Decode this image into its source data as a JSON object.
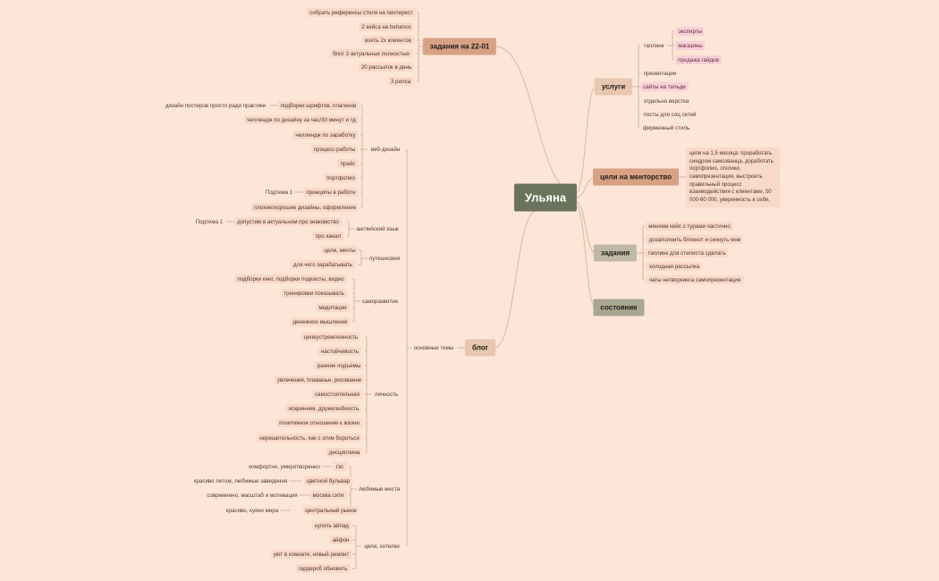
{
  "colors": {
    "background": "#fde6d8",
    "root": "#6b735c",
    "branch_line": "#e0bfa8",
    "sub_line": "#c9a996",
    "highlight_pink": "#f8d0d7",
    "leaf_bg": "#f9d9c8"
  },
  "root": "Ульяна",
  "branches": {
    "zadaniya_22": {
      "title": "задания на 22-01",
      "items": [
        "собрать референсы стиля на пинтерест",
        "2 кейса на behance",
        "взять 2х клиентов",
        "блог 3 актуальных полностью",
        "20 рассылок в день",
        "3 рилса"
      ]
    },
    "uslugi": {
      "title": "услуги",
      "taplink": "таплинк",
      "taplink_items": [
        "эксперты",
        "магазины",
        "продажа гайдов"
      ],
      "items": [
        "презентации",
        "сайты на тильде",
        "отдельно верстка",
        "посты для соц сетей",
        "фирменный стиль"
      ]
    },
    "mentorstvo": {
      "title": "цели на менторство",
      "note": "цели на 1,5 месяца: проработать синдром самозванца, доработать портфолио, отклики, самопрезентация, выстроить правильный процесс взаимодействия с клиентами, 50 000-60 000, уверенность в себе,"
    },
    "zadaniya": {
      "title": "задания",
      "items": [
        "меняем кейс с турами частично",
        "дозаполнить блокнот и скинуть мне",
        "таплинк для стилиста сделать",
        "холодная рассылка",
        "чаты нетворкинга самопрезентация"
      ]
    },
    "sostoyanie": {
      "title": "состояние"
    },
    "blog": {
      "title": "блог",
      "osnovnye": "основные темы",
      "webdesign": {
        "title": "веб-дизайн",
        "items": [
          "подборки шрифтов, плагинов",
          "челлендж по дизайну за час/30 минут и тд",
          "челлендж по заработку",
          "процесс-работы",
          "прайс",
          "портфолио",
          "принципы в работе",
          "плохие/хорошие дизайны, оформление"
        ],
        "fonts_sub": "дизайн постеров просто ради практики",
        "principles_sub": "Подтема 1"
      },
      "english": {
        "title": "английский язык",
        "items": [
          "допустим в актуальном про знакомство",
          "про канал"
        ],
        "sub": "Подтема 1"
      },
      "travel": {
        "title": "путешесвия",
        "items": [
          "цели, мечты",
          "для чего зарабатывать"
        ]
      },
      "selfdev": {
        "title": "саморазвитие",
        "items": [
          "подборки книг, подборки подкасты, видео",
          "тренировки показывать",
          "медитации",
          "денежное мышление"
        ]
      },
      "personality": {
        "title": "личность",
        "items": [
          "целеустремленность",
          "настойчивость",
          "ранние подъемы",
          "увлечения, плаванье, рисование",
          "самостоятельная",
          "искренняя, дружелюбность",
          "позитивное отношение к жизни",
          "нерешительность, как с этим бороться",
          "дисциплина"
        ]
      },
      "places": {
        "title": "любимые места",
        "items": [
          "гэс",
          "цветной бульвар",
          "москва сити",
          "центральный рынок"
        ],
        "subs": [
          "комфортно, умиротворенно",
          "красиво летом, любимые заведения",
          "современно, масштаб и мотивация",
          "красиво, кухни мира"
        ]
      },
      "wants": {
        "title": "цели, хотелки",
        "items": [
          "купить айпад",
          "айфон",
          "уют в комнате, новый ремонт",
          "гардероб обновить"
        ]
      }
    }
  }
}
